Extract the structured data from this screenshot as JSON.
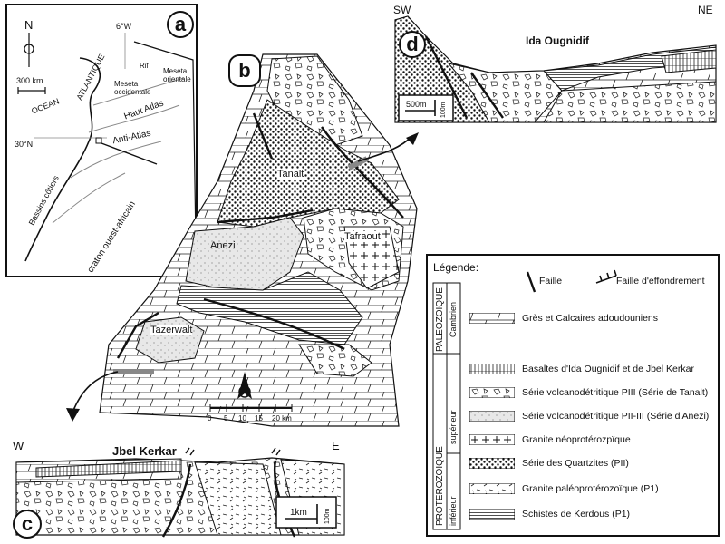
{
  "panel_a": {
    "letter": "a",
    "north": "N",
    "scale": "300 km",
    "lon": "6°W",
    "lat": "30°N",
    "rif": "Rif",
    "meseta_occ": "Meseta occidentale",
    "meseta_or": "Meseta orientale",
    "ocean": "OCEAN",
    "atlantique": "ATLANTIQUE",
    "haut_atlas": "Haut Atlas",
    "anti_atlas": "Anti-Atlas",
    "bassins": "Bassins côtiers",
    "craton": "craton ouest-africain"
  },
  "panel_b": {
    "letter": "b",
    "tanalt": "Tanalt",
    "tafraout": "Tafraout",
    "anezi": "Anezi",
    "tazerwalt": "Tazerwalt",
    "scale_ticks": [
      "0",
      "5",
      "10",
      "15",
      "20 km"
    ]
  },
  "panel_c": {
    "letter": "c",
    "west": "W",
    "east": "E",
    "title": "Jbel Kerkar",
    "scale_h": "1km",
    "scale_v": "100m"
  },
  "panel_d": {
    "letter": "d",
    "sw": "SW",
    "ne": "NE",
    "title": "Ida Ougnidif",
    "scale_h": "500m",
    "scale_v": "100m"
  },
  "legend": {
    "title": "Légende:",
    "faille": "Faille",
    "faille_effondrement": "Faille d'effondrement",
    "era_paleozoique": "PALEOZOIQUE",
    "era_cambrien": "Cambrien",
    "era_proterozoique": "PROTEROZOIQUE",
    "era_superieur": "supérieur",
    "era_inferieur": "inférieur",
    "items": [
      "Grès et Calcaires adoudouniens",
      "Basaltes d'Ida Ougnidif et de Jbel Kerkar",
      "Série volcanodétritique PIII (Série de Tanalt)",
      "Série volcanodétritique PII-III (Série d'Anezi)",
      "Granite néoprotérozpïque",
      "Série des Quartzites (PII)",
      "Granite paléoprotérozoïque (P1)",
      "Schistes de Kerdous (P1)"
    ]
  }
}
